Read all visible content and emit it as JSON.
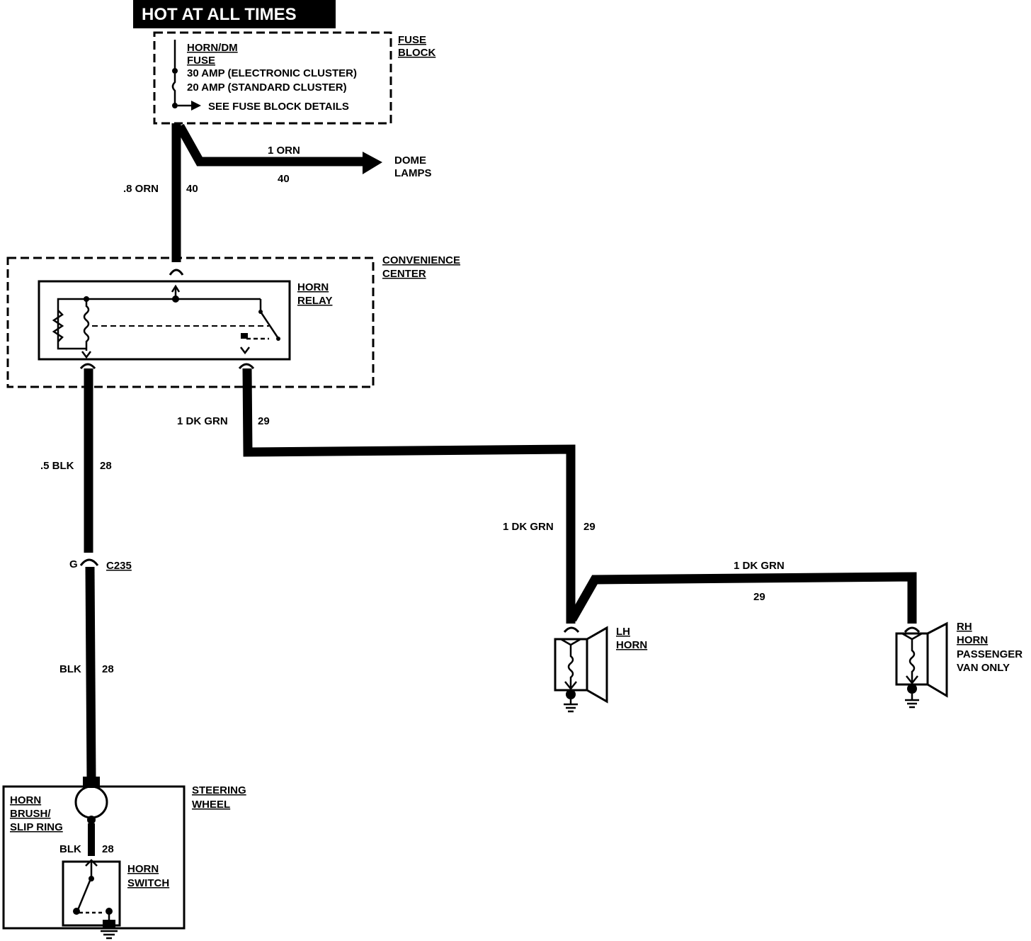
{
  "header": {
    "title": "HOT AT ALL TIMES"
  },
  "fuse_block": {
    "label": [
      "FUSE",
      "BLOCK"
    ],
    "fuse_name": [
      "HORN/DM",
      "FUSE"
    ],
    "rating_1": "30 AMP (ELECTRONIC CLUSTER)",
    "rating_2": "20 AMP (STANDARD CLUSTER)",
    "see_details": "SEE FUSE  BLOCK  DETAILS"
  },
  "dome_lamps": {
    "label": [
      "DOME",
      "LAMPS"
    ],
    "wire": "1 ORN",
    "circuit": "40"
  },
  "feed_wire": {
    "wire": ".8 ORN",
    "circuit": "40"
  },
  "convenience_center": {
    "label": [
      "CONVENIENCE",
      "CENTER"
    ]
  },
  "horn_relay": {
    "label": [
      "HORN",
      "RELAY"
    ]
  },
  "relay_out_wire": {
    "wire": "1 DK GRN",
    "circuit": "29"
  },
  "lh_feed_wire": {
    "wire": "1 DK GRN",
    "circuit": "29"
  },
  "rh_feed_wire": {
    "wire": "1 DK GRN",
    "circuit": "29"
  },
  "control_wire": {
    "wire": ".5 BLK",
    "circuit": "28"
  },
  "connector": {
    "pin": "G",
    "name": "C235"
  },
  "column_wire": {
    "wire": "BLK",
    "circuit": "28"
  },
  "switch_wire": {
    "wire": "BLK",
    "circuit": "28"
  },
  "lh_horn": {
    "label": [
      "LH",
      "HORN"
    ]
  },
  "rh_horn": {
    "label": [
      "RH",
      "HORN",
      "PASSENGER",
      "VAN ONLY"
    ]
  },
  "steering_wheel": {
    "label": [
      "STEERING",
      "WHEEL"
    ],
    "brush": [
      "HORN",
      "BRUSH/",
      "SLIP RING"
    ]
  },
  "horn_switch": {
    "label": [
      "HORN",
      "SWITCH"
    ]
  }
}
